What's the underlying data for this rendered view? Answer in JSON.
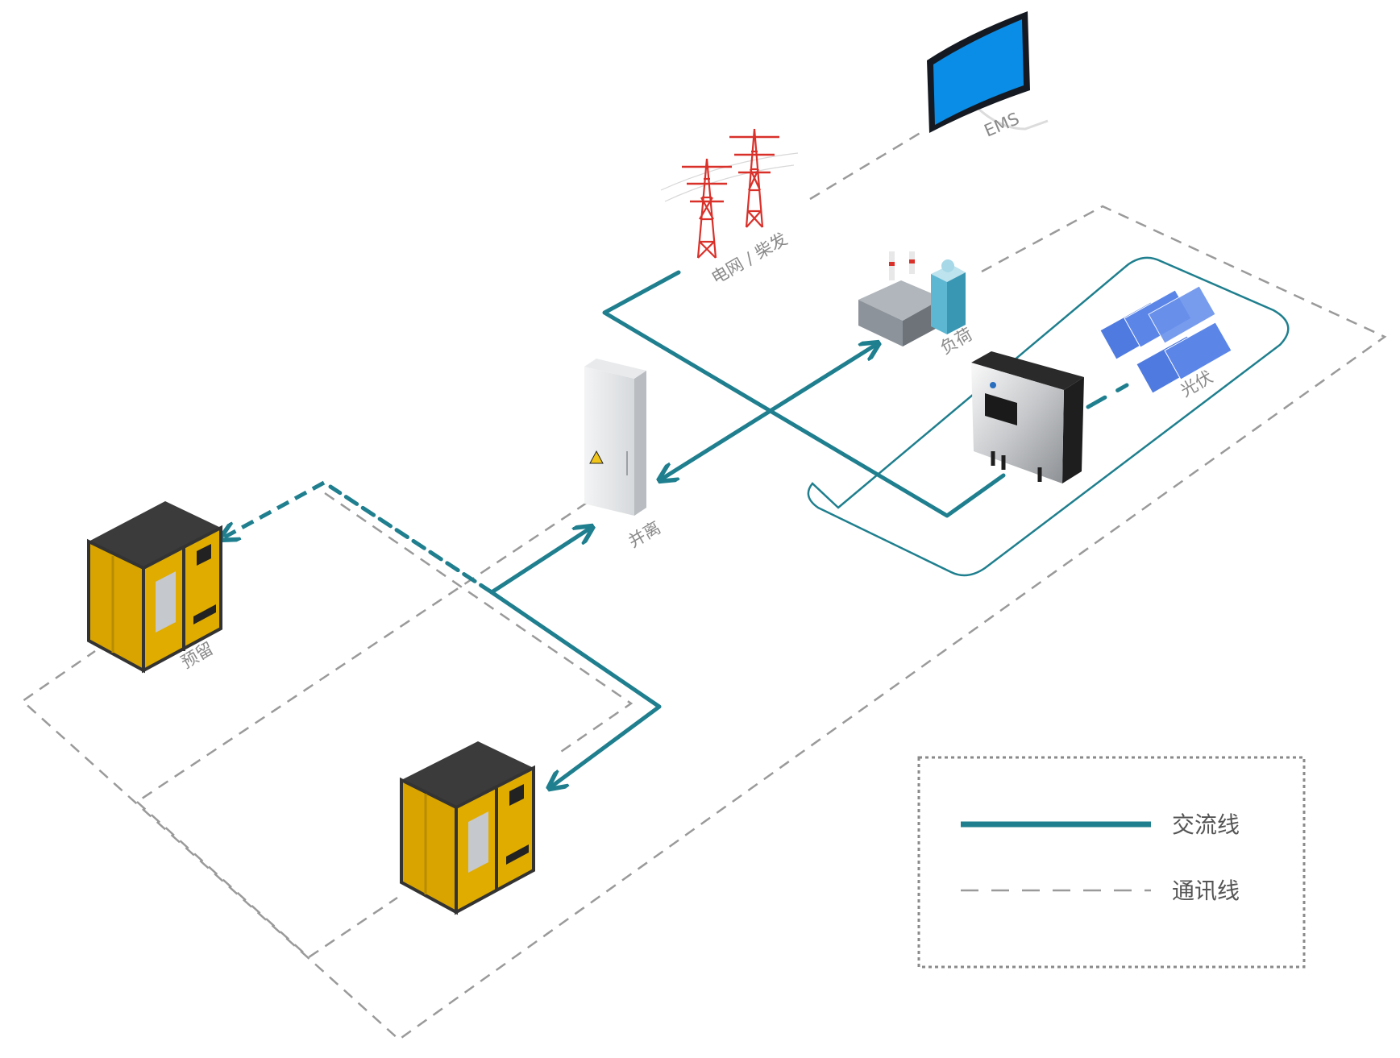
{
  "labels": {
    "ems": "EMS",
    "grid": "电网 / 柴发",
    "load": "负荷",
    "pv": "光伏",
    "switch_cabinet": "并离",
    "reserved": "预留"
  },
  "legend": {
    "ac_line": "交流线",
    "comm_line": "通讯线"
  },
  "colors": {
    "ac_line": "#1f7f8e",
    "comm_line": "#9a9a9a",
    "battery_cabinet": "#d9a400",
    "pylon": "#d9302a",
    "monitor_screen": "#0a8de6",
    "pv_panel": "#4f7be0"
  },
  "icons": [
    "monitor-icon",
    "pylon-icon",
    "factory-icon",
    "solar-panel-icon",
    "inverter-icon",
    "switch-cabinet-icon",
    "battery-cabinet-icon"
  ]
}
